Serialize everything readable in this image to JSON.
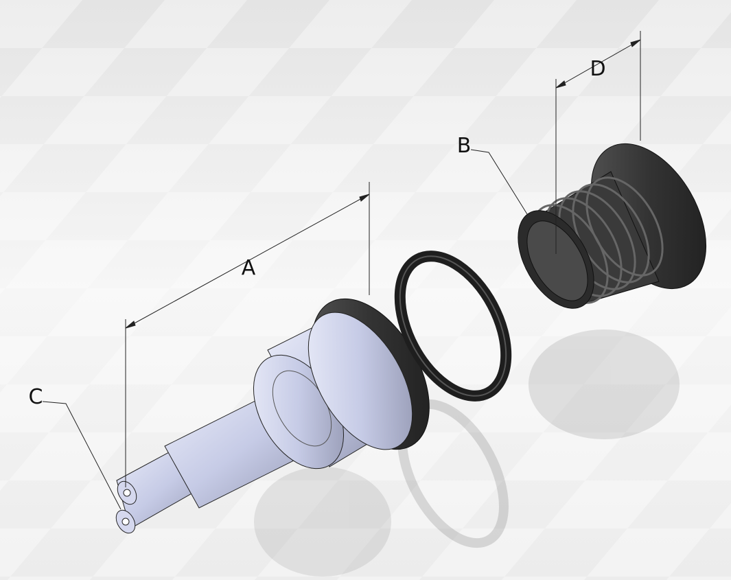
{
  "diagram": {
    "labels": {
      "a": "A",
      "b": "B",
      "c": "C",
      "d": "D"
    },
    "colors": {
      "metal": "#c9cde8",
      "rubber": "#2e2e2e",
      "background": "#efefef"
    }
  }
}
